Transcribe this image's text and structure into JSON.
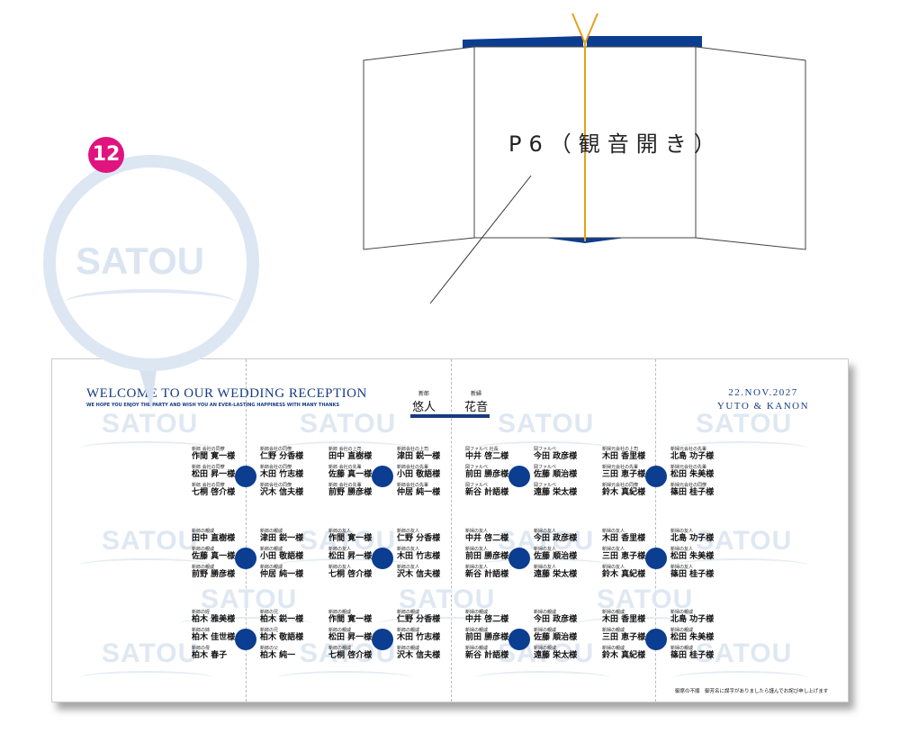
{
  "badge": "12",
  "illustration": {
    "caption": "P6（観音開き）",
    "accent": "#0b3d91",
    "ribbon": "#e2a21a"
  },
  "watermark": "SATOU",
  "header": {
    "title": "WELCOME TO OUR WEDDING RECEPTION",
    "subtitle": "WE HOPE YOU ENJOY THE PARTY AND WISH YOU AN EVER-LASTING HAPPINESS WITH MANY THANKS",
    "groom_role": "新郎",
    "groom": "悠人",
    "bride_role": "新婦",
    "bride": "花音",
    "date": "22.NOV.2027",
    "couple": "YUTO & KANON"
  },
  "tables": [
    {
      "left": [
        [
          "新郎 会社の同僚",
          "作間 寛一様"
        ],
        [
          "新郎 会社の同僚",
          "松田 昇一様"
        ],
        [
          "新郎 会社の同僚",
          "七桐 啓介様"
        ]
      ],
      "right": [
        [
          "新郎会社の同僚",
          "仁野 分香様"
        ],
        [
          "新郎会社の同僚",
          "木田 竹志様"
        ],
        [
          "新郎会社の同僚",
          "沢木 信夫様"
        ]
      ]
    },
    {
      "left": [
        [
          "新郎 会社の上司",
          "田中 直樹様"
        ],
        [
          "新郎 会社の先輩",
          "佐藤 真一様"
        ],
        [
          "新郎 会社の先輩",
          "前野 勝彦様"
        ]
      ],
      "right": [
        [
          "新郎会社の上司",
          "津田 鋭一様"
        ],
        [
          "新郎会社の先輩",
          "小田 敬語様"
        ],
        [
          "新郎会社の先輩",
          "仲居 純一様"
        ]
      ]
    },
    {
      "left": [
        [
          "岡ファルベ 社長",
          "中井 啓二様"
        ],
        [
          "岡ファルベ",
          "前田 勝彦様"
        ],
        [
          "岡ファルベ",
          "新谷 計語様"
        ]
      ],
      "right": [
        [
          "岡ファルベ",
          "今田 政彦様"
        ],
        [
          "岡ファルベ",
          "佐藤 順治様"
        ],
        [
          "岡ファルベ",
          "遠藤 栄太様"
        ]
      ]
    },
    {
      "left": [
        [
          "新婦元会社の上司",
          "木田 香里様"
        ],
        [
          "新婦元会社の先輩",
          "三田 恵子様"
        ],
        [
          "新婦元会社の同僚",
          "鈴木 真紀様"
        ]
      ],
      "right": [
        [
          "新婦元会社の先輩",
          "北島 功子様"
        ],
        [
          "新婦元会社の先輩",
          "松田 朱美様"
        ],
        [
          "新婦元会社の同僚",
          "篠田 桂子様"
        ]
      ]
    },
    {
      "left": [
        [
          "新郎の親戚",
          "田中 直樹様"
        ],
        [
          "新郎の親戚",
          "佐藤 真一様"
        ],
        [
          "新郎の親戚",
          "前野 勝彦様"
        ]
      ],
      "right": [
        [
          "新郎の親戚",
          "津田 鋭一様"
        ],
        [
          "新郎の親戚",
          "小田 敬語様"
        ],
        [
          "新郎の親戚",
          "仲居 純一様"
        ]
      ]
    },
    {
      "left": [
        [
          "新郎の友人",
          "作間 寛一様"
        ],
        [
          "新郎の友人",
          "松田 昇一様"
        ],
        [
          "新郎の友人",
          "七桐 啓介様"
        ]
      ],
      "right": [
        [
          "新郎の友人",
          "仁野 分香様"
        ],
        [
          "新郎の友人",
          "木田 竹志様"
        ],
        [
          "新郎の友人",
          "沢木 信夫様"
        ]
      ]
    },
    {
      "left": [
        [
          "新婦の友人",
          "中井 啓二様"
        ],
        [
          "新婦の友人",
          "前田 勝彦様"
        ],
        [
          "新婦の友人",
          "新谷 計語様"
        ]
      ],
      "right": [
        [
          "新婦の友人",
          "今田 政彦様"
        ],
        [
          "新婦の友人",
          "佐藤 順治様"
        ],
        [
          "新婦の友人",
          "遠藤 栄太様"
        ]
      ]
    },
    {
      "left": [
        [
          "新婦の友人",
          "木田 香里様"
        ],
        [
          "新婦の友人",
          "三田 恵子様"
        ],
        [
          "新婦の友人",
          "鈴木 真紀様"
        ]
      ],
      "right": [
        [
          "新婦の友人",
          "北島 功子様"
        ],
        [
          "新婦の友人",
          "松田 朱美様"
        ],
        [
          "新婦の友人",
          "篠田 桂子様"
        ]
      ]
    },
    {
      "left": [
        [
          "新郎の姪",
          "柏木 雅美様"
        ],
        [
          "新郎の姉",
          "柏木 佳世様"
        ],
        [
          "新郎の母",
          "柏木 春子"
        ]
      ],
      "right": [
        [
          "新郎の兄",
          "柏木 鋭一様"
        ],
        [
          "新郎の兄",
          "柏木 敬語様"
        ],
        [
          "新郎の父",
          "柏木 純一"
        ]
      ]
    },
    {
      "left": [
        [
          "新郎の親戚",
          "作間 寛一様"
        ],
        [
          "新郎の親戚",
          "松田 昇一様"
        ],
        [
          "新郎の親戚",
          "七桐 啓介様"
        ]
      ],
      "right": [
        [
          "新郎の親戚",
          "仁野 分香様"
        ],
        [
          "新郎の親戚",
          "木田 竹志様"
        ],
        [
          "新郎の親戚",
          "沢木 信夫様"
        ]
      ]
    },
    {
      "left": [
        [
          "新婦の親戚",
          "中井 啓二様"
        ],
        [
          "新婦の親戚",
          "前田 勝彦様"
        ],
        [
          "新婦の親戚",
          "新谷 計語様"
        ]
      ],
      "right": [
        [
          "新婦の親戚",
          "今田 政彦様"
        ],
        [
          "新婦の親戚",
          "佐藤 順治様"
        ],
        [
          "新婦の親戚",
          "遠藤 栄太様"
        ]
      ]
    },
    {
      "left": [
        [
          "新婦の親戚",
          "木田 香里様"
        ],
        [
          "新婦の親戚",
          "三田 恵子様"
        ],
        [
          "新婦の親戚",
          "鈴木 真紀様"
        ]
      ],
      "right": [
        [
          "新婦の親戚",
          "北島 功子様"
        ],
        [
          "新婦の親戚",
          "松田 朱美様"
        ],
        [
          "新婦の親戚",
          "篠田 桂子様"
        ]
      ]
    }
  ],
  "footer_note": "御席の不順　御芳名に誤字がありましたら謹んでお詫び申し上げます"
}
